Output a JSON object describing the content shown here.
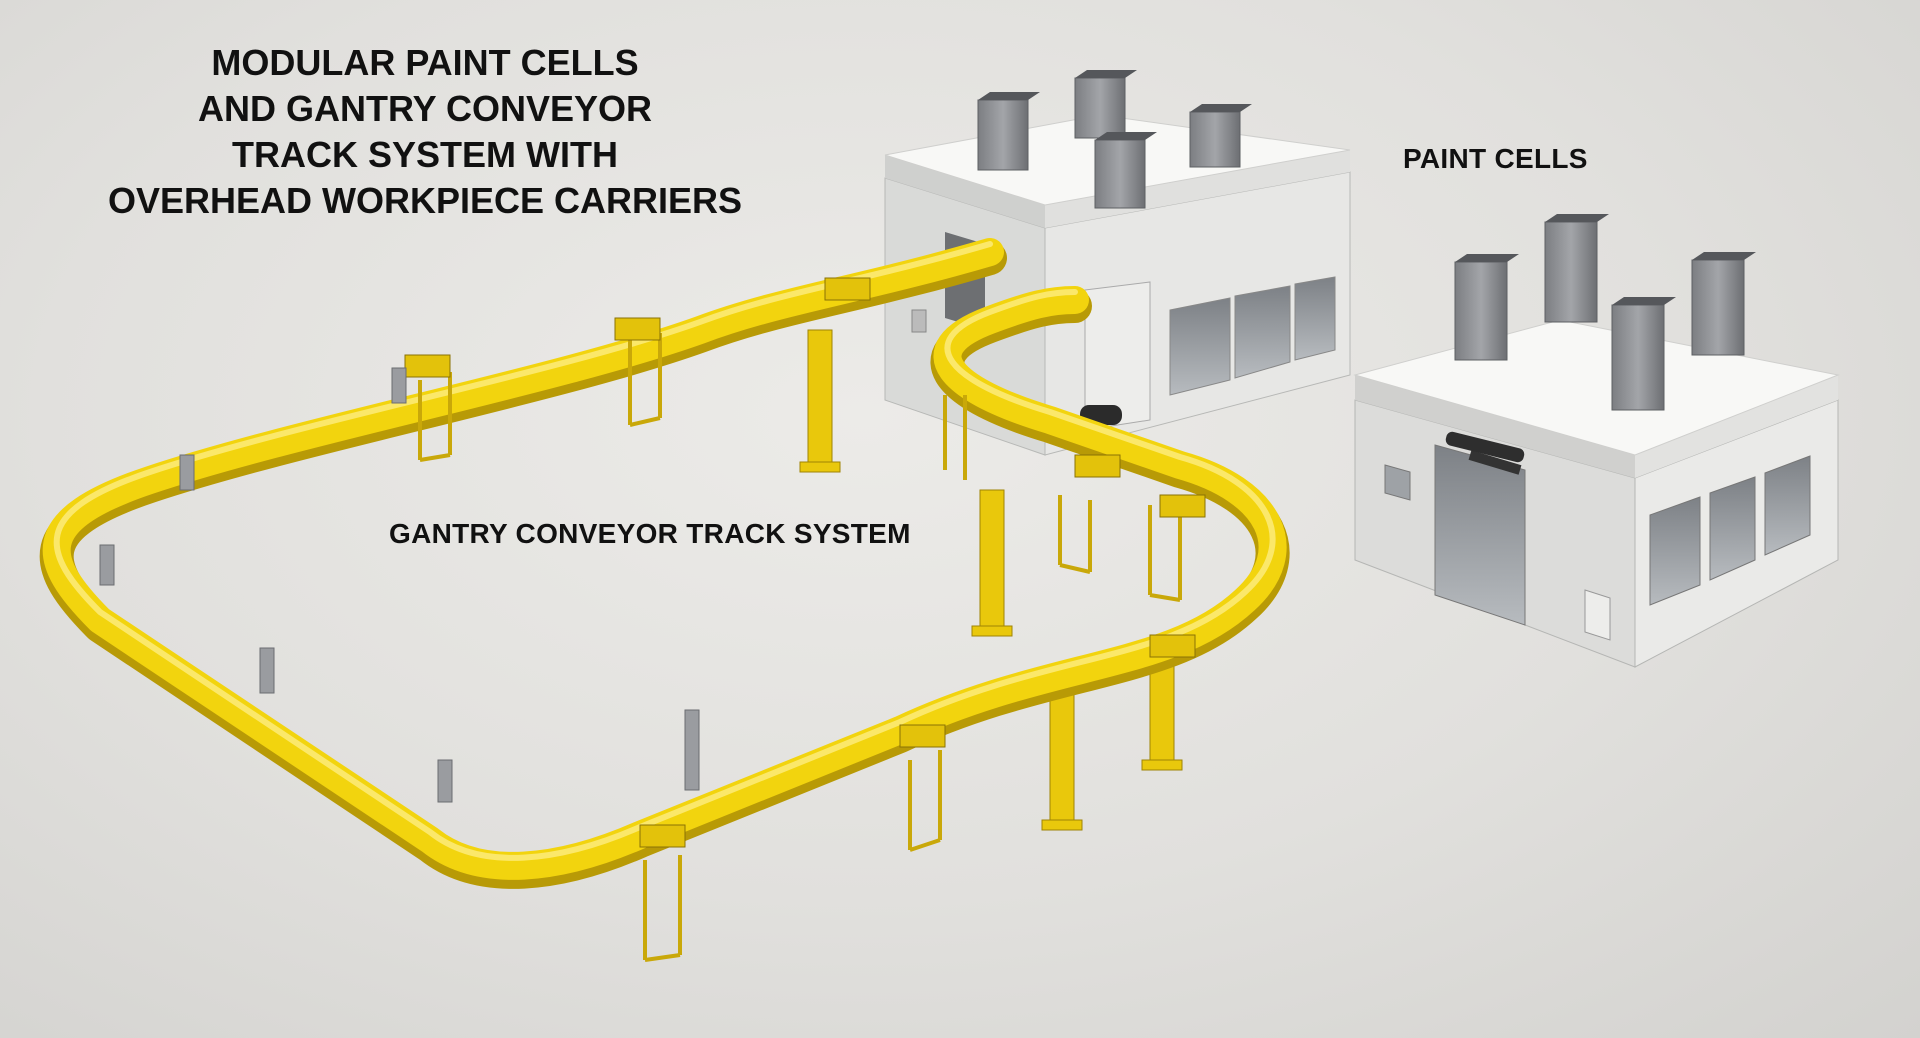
{
  "title_lines": [
    "MODULAR PAINT CELLS",
    "AND GANTRY CONVEYOR",
    "TRACK SYSTEM WITH",
    "OVERHEAD WORKPIECE CARRIERS"
  ],
  "labels": {
    "paint_cells": "PAINT CELLS",
    "track_system": "GANTRY CONVEYOR TRACK SYSTEM"
  },
  "colors": {
    "track": "#f2d40e",
    "track_shadow": "#b89a06",
    "cell_wall": "#e2e2e0",
    "cell_roof": "#f6f6f4",
    "duct": "#8d8f93"
  }
}
